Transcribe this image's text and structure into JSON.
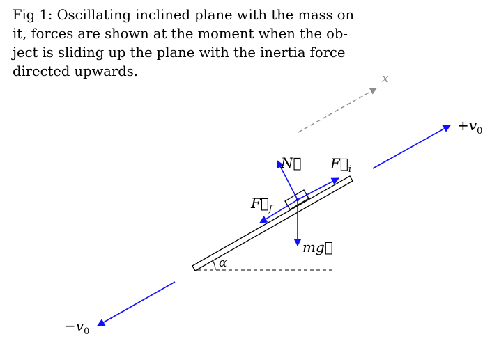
{
  "caption": {
    "line1": "Fig 1:  Oscillating inclined plane with the mass on",
    "line2": "it, forces are shown at the moment when the ob-",
    "line3": "ject is sliding up the plane with the inertia force",
    "line4": "directed upwards."
  },
  "diagram": {
    "axis_label": "x",
    "plus_velocity": {
      "sign": "+",
      "symbol": "v",
      "subscript": "0"
    },
    "minus_velocity": {
      "sign": "−",
      "symbol": "v",
      "subscript": "0"
    },
    "normal_force": "N⃗",
    "inertia_force": {
      "symbol": "F⃗",
      "subscript": "i"
    },
    "friction_force": {
      "symbol": "F⃗",
      "subscript": "f"
    },
    "gravity": "mg⃗",
    "angle": "α",
    "colors": {
      "force": "#1010ff",
      "plane": "#000000",
      "axis": "#8c8c8c"
    }
  }
}
